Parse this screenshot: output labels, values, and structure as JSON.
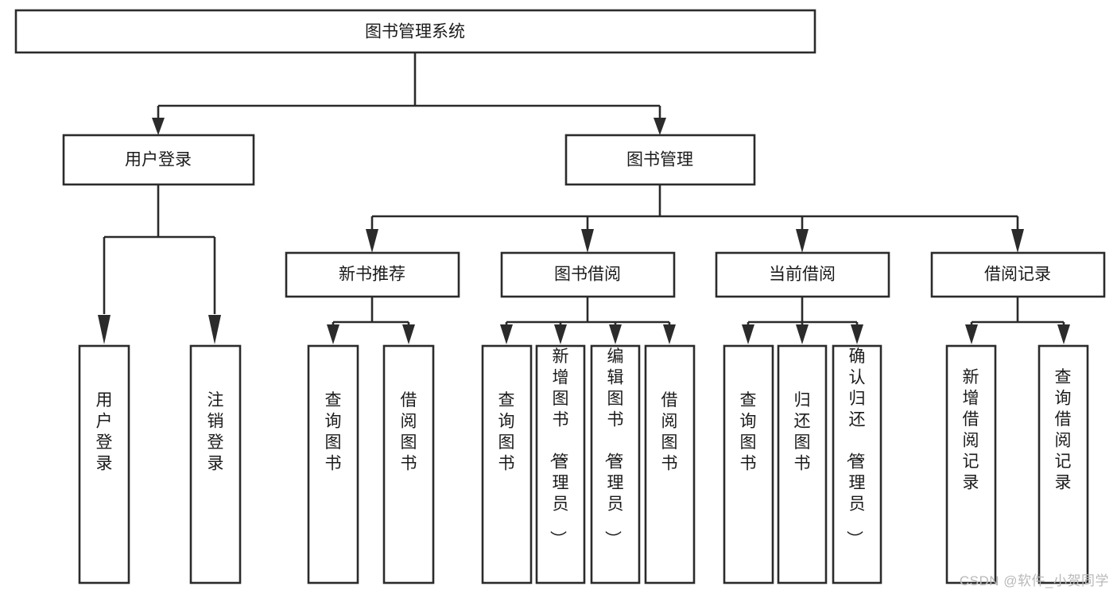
{
  "diagram": {
    "type": "tree-hierarchy",
    "title": "图书管理系统",
    "watermark": "CSDN @软件_小贺同学",
    "colors": {
      "box_stroke": "#2b2b2b",
      "box_fill": "#ffffff",
      "text": "#1b1b1b",
      "connector": "#2b2b2b",
      "watermark": "#b9b9b9",
      "background": "#ffffff"
    },
    "levels": {
      "level1": [
        {
          "id": "root",
          "label": "图书管理系统",
          "orientation": "horizontal"
        }
      ],
      "level2": [
        {
          "id": "user-login",
          "label": "用户登录",
          "orientation": "horizontal",
          "parent": "root"
        },
        {
          "id": "book-management",
          "label": "图书管理",
          "orientation": "horizontal",
          "parent": "root"
        }
      ],
      "level3": [
        {
          "id": "new-book-recommend",
          "label": "新书推荐",
          "orientation": "horizontal",
          "parent": "book-management"
        },
        {
          "id": "book-borrow",
          "label": "图书借阅",
          "orientation": "horizontal",
          "parent": "book-management"
        },
        {
          "id": "current-borrow",
          "label": "当前借阅",
          "orientation": "horizontal",
          "parent": "book-management"
        },
        {
          "id": "borrow-record",
          "label": "借阅记录",
          "orientation": "horizontal",
          "parent": "book-management"
        }
      ],
      "level4": [
        {
          "id": "leaf-user-login",
          "label": "用户登录",
          "orientation": "vertical",
          "parent": "user-login"
        },
        {
          "id": "leaf-user-logout",
          "label": "注销登录",
          "orientation": "vertical",
          "parent": "user-login"
        },
        {
          "id": "leaf-query-book-1",
          "label": "查询图书",
          "orientation": "vertical",
          "parent": "new-book-recommend"
        },
        {
          "id": "leaf-borrow-book-1",
          "label": "借阅图书",
          "orientation": "vertical",
          "parent": "new-book-recommend"
        },
        {
          "id": "leaf-query-book-2",
          "label": "查询图书",
          "orientation": "vertical",
          "parent": "book-borrow"
        },
        {
          "id": "leaf-add-book",
          "label": "新增图书（管理员）",
          "orientation": "vertical",
          "parent": "book-borrow"
        },
        {
          "id": "leaf-edit-book",
          "label": "编辑图书（管理员）",
          "orientation": "vertical",
          "parent": "book-borrow"
        },
        {
          "id": "leaf-borrow-book-2",
          "label": "借阅图书",
          "orientation": "vertical",
          "parent": "book-borrow"
        },
        {
          "id": "leaf-query-book-3",
          "label": "查询图书",
          "orientation": "vertical",
          "parent": "current-borrow"
        },
        {
          "id": "leaf-return-book",
          "label": "归还图书",
          "orientation": "vertical",
          "parent": "current-borrow"
        },
        {
          "id": "leaf-confirm-return",
          "label": "确认归还（管理员）",
          "orientation": "vertical",
          "parent": "current-borrow"
        },
        {
          "id": "leaf-add-record",
          "label": "新增借阅记录",
          "orientation": "vertical",
          "parent": "borrow-record"
        },
        {
          "id": "leaf-query-record",
          "label": "查询借阅记录",
          "orientation": "vertical",
          "parent": "borrow-record"
        }
      ]
    }
  }
}
